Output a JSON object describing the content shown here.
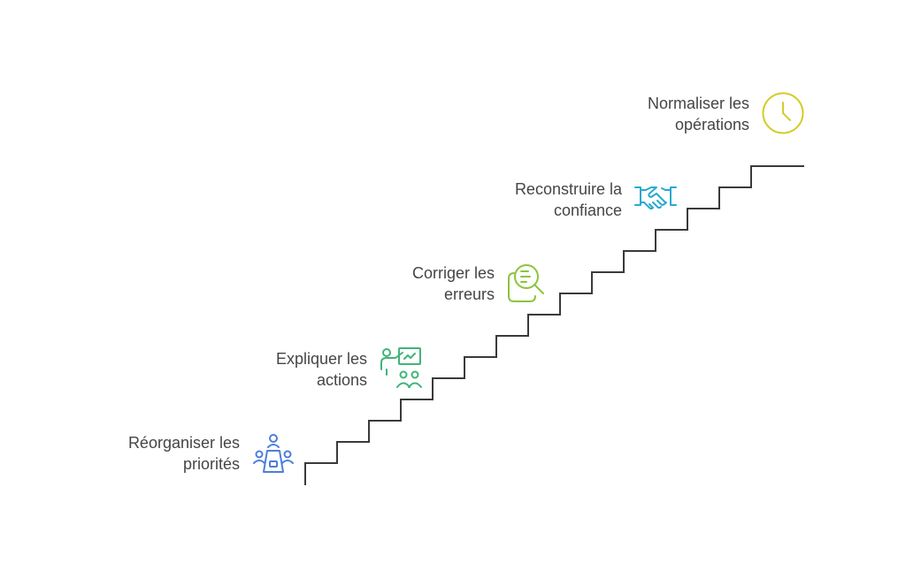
{
  "steps": [
    {
      "line1": "Réorganiser les",
      "line2": "priorités",
      "icon": "meeting-table-icon",
      "color": "#4a7fd9"
    },
    {
      "line1": "Expliquer les",
      "line2": "actions",
      "icon": "presentation-icon",
      "color": "#3fb47a"
    },
    {
      "line1": "Corriger les",
      "line2": "erreurs",
      "icon": "document-search-icon",
      "color": "#8cc43f"
    },
    {
      "line1": "Reconstruire la",
      "line2": "confiance",
      "icon": "handshake-icon",
      "color": "#2aa9cf"
    },
    {
      "line1": "Normaliser les",
      "line2": "opérations",
      "icon": "clock-icon",
      "color": "#d4cc2a"
    }
  ],
  "colors": {
    "stair": "#3a3a3a",
    "text": "#454545"
  }
}
